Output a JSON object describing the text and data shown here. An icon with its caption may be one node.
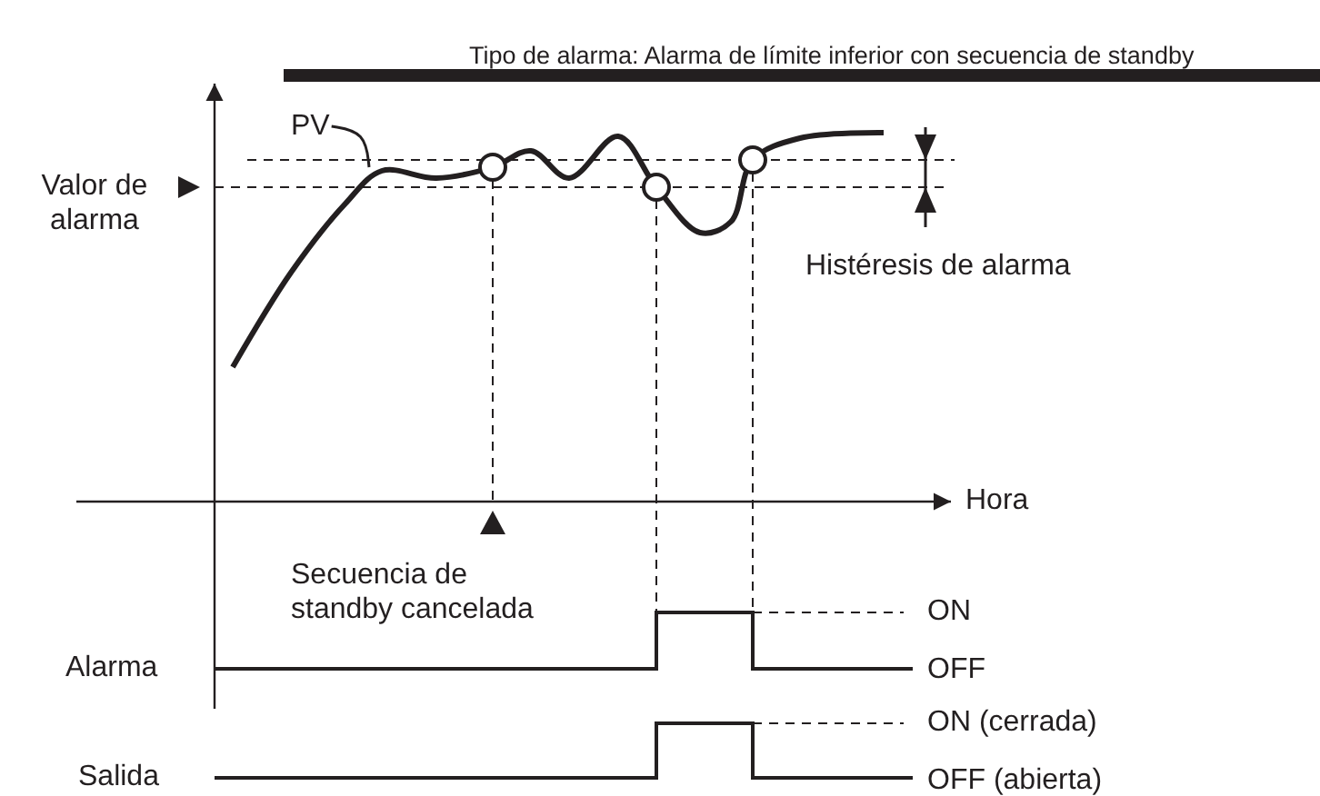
{
  "diagram": {
    "title": "Tipo de alarma: Alarma de límite inferior con secuencia de standby",
    "nodes": [
      {
        "text": [
          "PV"
        ]
      },
      {
        "text": [],
        "shape": "curve"
      }
    ],
    "edges": [
      {
        "from": 0,
        "to": 1,
        "arrow": "none"
      }
    ],
    "labels": [
      "Valor de alarma",
      "Histéresis de alarma",
      "Hora",
      "Secuencia de standby cancelada",
      "ON",
      "Alarma",
      "OFF",
      "ON (cerrada)",
      "Salida",
      "OFF (abierta)"
    ]
  }
}
